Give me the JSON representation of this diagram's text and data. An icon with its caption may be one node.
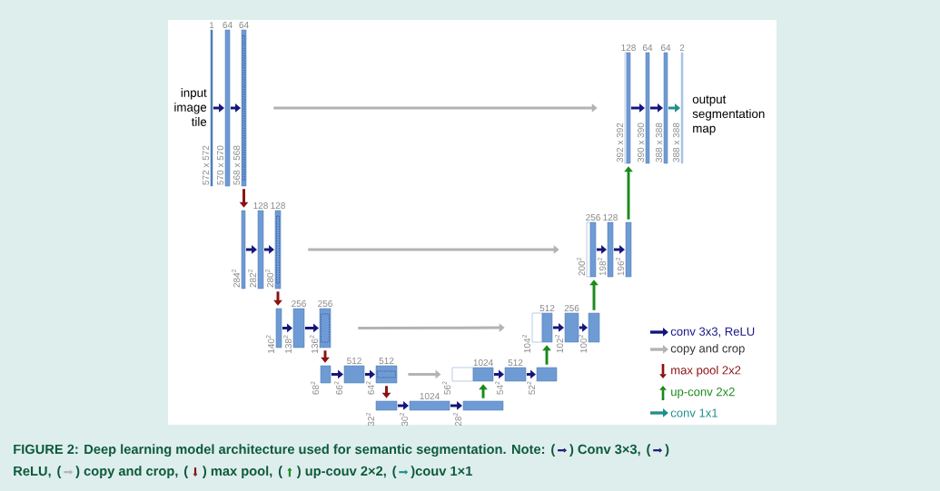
{
  "diagram": {
    "caption": "FIGURE 2: Deep learning model architecture used for semantic segmentation. Note:",
    "nodes": [
      {
        "text": [
          "1"
        ],
        "beside": [
          "input image tile",
          "572 x 572"
        ]
      },
      {
        "text": [
          "64"
        ],
        "beside": [
          "570 x 570"
        ]
      },
      {
        "text": [
          "64"
        ],
        "beside": [
          "568 x 568"
        ]
      },
      {
        "text": [
          "128"
        ],
        "beside": [
          "392 x 392"
        ]
      },
      {
        "text": [
          "64"
        ],
        "beside": [
          "390 x 390"
        ]
      },
      {
        "text": [
          "64"
        ],
        "beside": [
          "388 x 388"
        ]
      },
      {
        "text": [
          "2"
        ],
        "beside": [
          "output segmentation map",
          "388 x 388"
        ]
      },
      {
        "text": [],
        "shape": "bar",
        "beside": [
          "284$^{2}$"
        ]
      },
      {
        "text": [
          "128"
        ],
        "beside": [
          "282$^{2}$"
        ]
      },
      {
        "text": [
          "128"
        ],
        "beside": [
          "280$^{2}$"
        ]
      },
      {
        "text": [
          "256"
        ],
        "beside": [
          "200$^{2}$"
        ]
      },
      {
        "text": [
          "128"
        ],
        "beside": [
          "198$^{2}$"
        ]
      },
      {
        "text": [],
        "shape": "bar",
        "beside": [
          "196$^{2}$"
        ]
      },
      {
        "text": [],
        "shape": "bar",
        "beside": [
          "140$^{2}$"
        ]
      },
      {
        "text": [
          "256"
        ],
        "beside": [
          "138$^{2}$"
        ]
      },
      {
        "text": [
          "256"
        ],
        "beside": [
          "136$^{2}$"
        ]
      },
      {
        "text": [
          "512"
        ],
        "beside": [
          "104$^{2}$"
        ]
      },
      {
        "text": [
          "256"
        ],
        "beside": [
          "102$^{2}$"
        ]
      },
      {
        "text": [],
        "shape": "bar",
        "beside": [
          "100$^{2}$"
        ]
      },
      {
        "text": [],
        "shape": "bar",
        "beside": [
          "68$^{2}$"
        ]
      },
      {
        "text": [
          "512"
        ],
        "beside": [
          "66$^{2}$"
        ]
      },
      {
        "text": [
          "512"
        ],
        "beside": [
          "64$^{2}$"
        ]
      },
      {
        "text": [
          "1024"
        ],
        "beside": [
          "56$^{2}$"
        ]
      },
      {
        "text": [
          "512"
        ],
        "beside": [
          "54$^{2}$"
        ]
      },
      {
        "text": [],
        "shape": "bar",
        "beside": [
          "52$^{2}$"
        ]
      },
      {
        "text": [],
        "shape": "bar",
        "beside": [
          "32$^{2}$"
        ]
      },
      {
        "text": [
          "1024"
        ],
        "beside": [
          "30$^{2}$"
        ]
      },
      {
        "text": [],
        "shape": "bar",
        "beside": [
          "28$^{2}$"
        ]
      }
    ],
    "edges": [
      {
        "from": 0,
        "to": 1,
        "arrow": "to"
      },
      {
        "from": 1,
        "to": 2,
        "arrow": "to"
      },
      {
        "from": 2,
        "to": 3,
        "arrow": "to",
        "color": "#b3b3b3"
      },
      {
        "from": 3,
        "to": 4,
        "arrow": "to"
      },
      {
        "from": 4,
        "to": 5,
        "arrow": "to"
      },
      {
        "from": 5,
        "to": 6,
        "arrow": "to",
        "color": "#1f8f8a"
      },
      {
        "from": 2,
        "to": 7,
        "arrow": "to",
        "color": "#8b1212"
      },
      {
        "from": 7,
        "to": 8,
        "arrow": "to"
      },
      {
        "from": 8,
        "to": 9,
        "arrow": "to"
      },
      {
        "from": 9,
        "to": 10,
        "arrow": "to",
        "color": "#b3b3b3"
      },
      {
        "from": 10,
        "to": 11,
        "arrow": "to"
      },
      {
        "from": 11,
        "to": 12,
        "arrow": "to"
      },
      {
        "from": 12,
        "to": 3,
        "arrow": "to",
        "color": "#1a8a1a"
      },
      {
        "from": 9,
        "to": 13,
        "arrow": "to",
        "color": "#8b1212"
      },
      {
        "from": 13,
        "to": 14,
        "arrow": "to"
      },
      {
        "from": 14,
        "to": 15,
        "arrow": "to"
      },
      {
        "from": 15,
        "to": 16,
        "arrow": "to",
        "color": "#b3b3b3"
      },
      {
        "from": 16,
        "to": 17,
        "arrow": "to"
      },
      {
        "from": 17,
        "to": 18,
        "arrow": "to"
      },
      {
        "from": 18,
        "to": 10,
        "arrow": "to",
        "color": "#1a8a1a"
      },
      {
        "from": 15,
        "to": 19,
        "arrow": "to",
        "color": "#8b1212"
      },
      {
        "from": 19,
        "to": 20,
        "arrow": "to"
      },
      {
        "from": 20,
        "to": 21,
        "arrow": "to"
      },
      {
        "from": 21,
        "to": 22,
        "arrow": "to",
        "color": "#b3b3b3"
      },
      {
        "from": 22,
        "to": 23,
        "arrow": "to"
      },
      {
        "from": 23,
        "to": 24,
        "arrow": "to"
      },
      {
        "from": 24,
        "to": 16,
        "arrow": "to",
        "color": "#1a8a1a"
      },
      {
        "from": 21,
        "to": 25,
        "arrow": "to",
        "color": "#8b1212"
      },
      {
        "from": 25,
        "to": 26,
        "arrow": "to"
      },
      {
        "from": 26,
        "to": 27,
        "arrow": "to"
      },
      {
        "from": 27,
        "to": 22,
        "arrow": "to",
        "color": "#1a8a1a"
      }
    ],
    "labels": [
      "(",
      ") Conv 3×3,",
      "(",
      ")",
      "ReLU,",
      "(",
      ") copy and crop,",
      "(",
      ") max pool,",
      "(",
      ") up-couv 2×2,",
      "(",
      ")couv 1×1"
    ],
    "legend": [
      {
        "text": "conv 3x3, ReLU"
      },
      {
        "text": "copy and crop"
      },
      {
        "text": "max pool 2x2"
      },
      {
        "text": "up-conv 2x2"
      },
      {
        "text": "conv 1x1"
      }
    ]
  }
}
